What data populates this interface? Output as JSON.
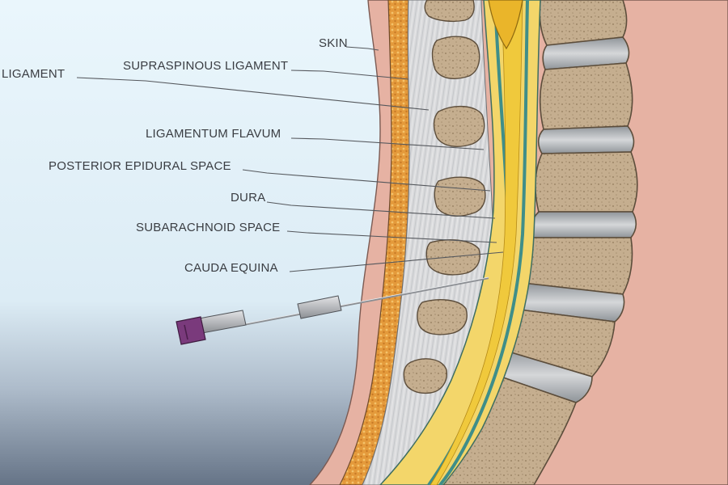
{
  "diagram": {
    "labels": {
      "skin": "SKIN",
      "supraspinous": "SUPRASPINOUS LIGAMENT",
      "interspinous": "LIGAMENT",
      "flavum": "LIGAMENTUM FLAVUM",
      "epidural": "POSTERIOR EPIDURAL SPACE",
      "dura": "DURA",
      "subarachnoid": "SUBARACHNOID SPACE",
      "cauda": "CAUDA EQUINA"
    },
    "colors": {
      "background_top": "#e9f5fc",
      "background_bottom": "#6c7a8c",
      "skin": "#e5b0a2",
      "fat": "#e39a3a",
      "ligament": "#d7d8da",
      "bone": "#c2ab8c",
      "disc": "#a6aaaf",
      "cord": "#f0cf4c",
      "dura": "#3f8e89",
      "needle_hub": "#7a3a7c"
    },
    "icons": [
      "spinal-needle-icon"
    ]
  }
}
